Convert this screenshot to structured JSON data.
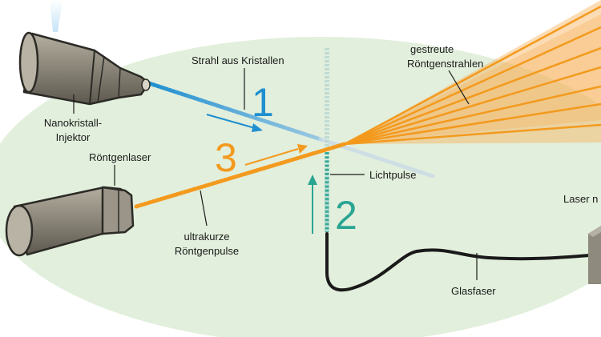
{
  "labels": {
    "injector": [
      "Nanokristall-",
      "Injektor"
    ],
    "beam": "Strahl aus Kristallen",
    "scattered": [
      "gestreute",
      "Röntgenstrahlen"
    ],
    "xray_laser": "Röntgenlaser",
    "light_pulse": "Lichtpulse",
    "laser": "Laser n",
    "pulses": [
      "ultrakurze",
      "Röntgenpulse"
    ],
    "fiber": "Glasfaser"
  },
  "steps": [
    "1",
    "2",
    "3"
  ],
  "colors": {
    "crystal_beam": "#2a9fd8",
    "xray": "#f3a02e",
    "light": "#2aa594",
    "ellipse": "#e2efdc",
    "device": "#8e8a7e",
    "fiber": "#1a1a1a"
  }
}
